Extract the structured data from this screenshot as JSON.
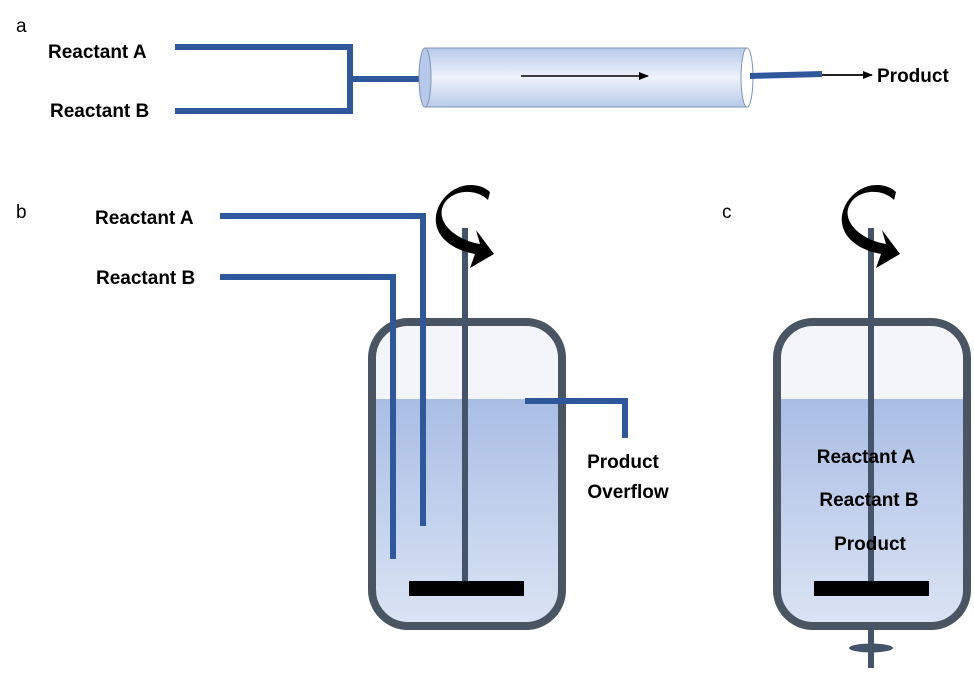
{
  "panels": {
    "a": {
      "letter": "a",
      "inputs": [
        "Reactant A",
        "Reactant B"
      ],
      "output": "Product"
    },
    "b": {
      "letter": "b",
      "inputs": [
        "Reactant A",
        "Reactant B"
      ],
      "output_line1": "Product",
      "output_line2": "Overflow"
    },
    "c": {
      "letter": "c",
      "contents": [
        "Reactant A",
        "Reactant B",
        "Product"
      ]
    }
  },
  "colors": {
    "pipe": "#2f579c",
    "vessel_border": "#4a5563",
    "liquid_top": "#a9bde4",
    "liquid_bottom": "#dbe4f4",
    "headspace": "#f3f5fa",
    "tube": "#d2ddf2",
    "shaft": "#44546a",
    "impeller": "#000000"
  }
}
